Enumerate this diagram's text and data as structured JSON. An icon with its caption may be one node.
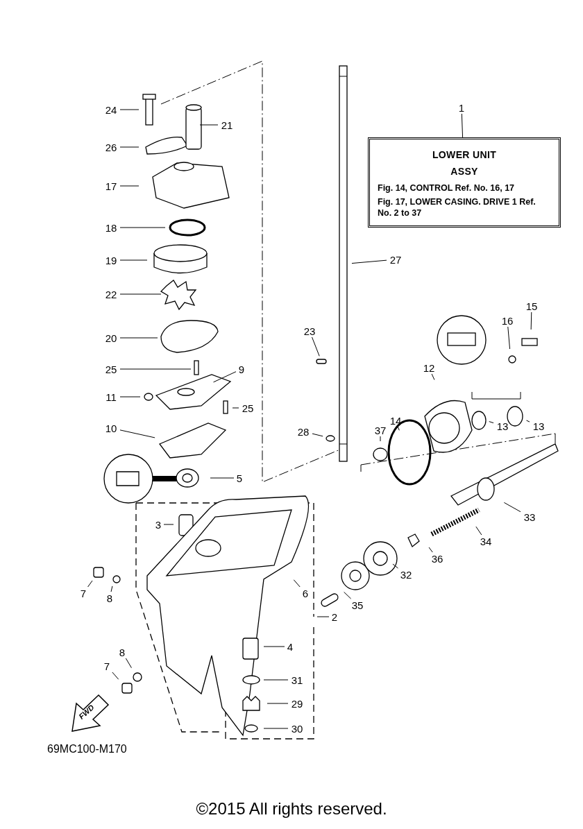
{
  "diagram": {
    "nodes": [
      {
        "text": [
          "1"
        ]
      },
      {
        "text": [
          "LOWER UNIT ASSY",
          "Fig. 14, CONTROL Ref. No. 16, 17",
          "Fig. 17, LOWER CASING. DRIVE 1 Ref. No. 2 to 37"
        ]
      },
      {
        "text": [
          "24"
        ]
      },
      {
        "text": [
          "26"
        ]
      },
      {
        "text": [
          "21"
        ]
      },
      {
        "text": [
          "17"
        ]
      },
      {
        "text": [
          "18"
        ]
      },
      {
        "text": [
          "19"
        ]
      },
      {
        "text": [
          "22"
        ]
      },
      {
        "text": [
          "20"
        ]
      },
      {
        "text": [
          "27"
        ]
      },
      {
        "text": [
          "23"
        ]
      },
      {
        "text": [
          "15"
        ]
      },
      {
        "text": [
          "16"
        ]
      },
      {
        "text": [
          "12"
        ]
      },
      {
        "text": [
          "25"
        ]
      },
      {
        "text": [
          "9"
        ]
      },
      {
        "text": [
          "11"
        ]
      },
      {
        "text": [
          "25"
        ]
      },
      {
        "text": [
          "14"
        ]
      },
      {
        "text": [
          "13"
        ]
      },
      {
        "text": [
          "13"
        ]
      },
      {
        "text": [
          "37"
        ]
      },
      {
        "text": [
          "10"
        ]
      },
      {
        "text": [
          "28"
        ]
      },
      {
        "text": [
          "5"
        ]
      },
      {
        "text": [
          "33"
        ]
      },
      {
        "text": [
          "3"
        ]
      },
      {
        "text": [
          "34"
        ]
      },
      {
        "text": [
          "36"
        ]
      },
      {
        "text": [
          "32"
        ]
      },
      {
        "text": [
          "7"
        ]
      },
      {
        "text": [
          "6"
        ]
      },
      {
        "text": [
          "8"
        ]
      },
      {
        "text": [
          "35"
        ]
      },
      {
        "text": [
          "2"
        ]
      },
      {
        "text": [
          "4"
        ]
      },
      {
        "text": [
          "8"
        ]
      },
      {
        "text": [
          "7"
        ]
      },
      {
        "text": [
          "31"
        ]
      },
      {
        "text": [
          "29"
        ]
      },
      {
        "text": [
          "30"
        ]
      }
    ],
    "edges": [
      {
        "from": 0,
        "to": 1,
        "arrow": "none"
      },
      {
        "from": 2,
        "to": null,
        "arrow": "none"
      },
      {
        "from": 3,
        "to": null,
        "arrow": "none"
      },
      {
        "from": 4,
        "to": null,
        "arrow": "none"
      },
      {
        "from": 5,
        "to": null,
        "arrow": "none"
      },
      {
        "from": 6,
        "to": null,
        "arrow": "none"
      },
      {
        "from": 7,
        "to": null,
        "arrow": "none"
      },
      {
        "from": 8,
        "to": null,
        "arrow": "none"
      },
      {
        "from": 9,
        "to": null,
        "arrow": "none"
      },
      {
        "from": 10,
        "to": null,
        "arrow": "none"
      },
      {
        "from": 11,
        "to": null,
        "arrow": "none"
      },
      {
        "from": 12,
        "to": null,
        "arrow": "none"
      },
      {
        "from": 13,
        "to": null,
        "arrow": "none"
      },
      {
        "from": 14,
        "to": null,
        "arrow": "none"
      },
      {
        "from": 15,
        "to": null,
        "arrow": "none"
      },
      {
        "from": 16,
        "to": null,
        "arrow": "none"
      },
      {
        "from": 17,
        "to": null,
        "arrow": "none"
      },
      {
        "from": 18,
        "to": null,
        "arrow": "none"
      },
      {
        "from": 19,
        "to": null,
        "arrow": "none"
      },
      {
        "from": 20,
        "to": null,
        "arrow": "none"
      },
      {
        "from": 21,
        "to": null,
        "arrow": "none"
      },
      {
        "from": 22,
        "to": null,
        "arrow": "none"
      },
      {
        "from": 23,
        "to": null,
        "arrow": "none"
      },
      {
        "from": 24,
        "to": null,
        "arrow": "none"
      },
      {
        "from": 25,
        "to": null,
        "arrow": "none"
      },
      {
        "from": 26,
        "to": null,
        "arrow": "none"
      },
      {
        "from": 27,
        "to": null,
        "arrow": "none"
      },
      {
        "from": 28,
        "to": null,
        "arrow": "none"
      },
      {
        "from": 29,
        "to": null,
        "arrow": "none"
      },
      {
        "from": 30,
        "to": null,
        "arrow": "none"
      },
      {
        "from": 31,
        "to": null,
        "arrow": "none"
      },
      {
        "from": 32,
        "to": null,
        "arrow": "none"
      },
      {
        "from": 33,
        "to": null,
        "arrow": "none"
      },
      {
        "from": 34,
        "to": null,
        "arrow": "none"
      },
      {
        "from": 35,
        "to": null,
        "arrow": "none"
      },
      {
        "from": 36,
        "to": null,
        "arrow": "none"
      },
      {
        "from": 37,
        "to": null,
        "arrow": "none"
      },
      {
        "from": 38,
        "to": null,
        "arrow": "none"
      },
      {
        "from": 39,
        "to": null,
        "arrow": "none"
      },
      {
        "from": 40,
        "to": null,
        "arrow": "none"
      },
      {
        "from": 41,
        "to": null,
        "arrow": "none"
      }
    ],
    "labels": [
      "FWD",
      "69MC100-M170",
      "©2015 All rights reserved."
    ]
  }
}
